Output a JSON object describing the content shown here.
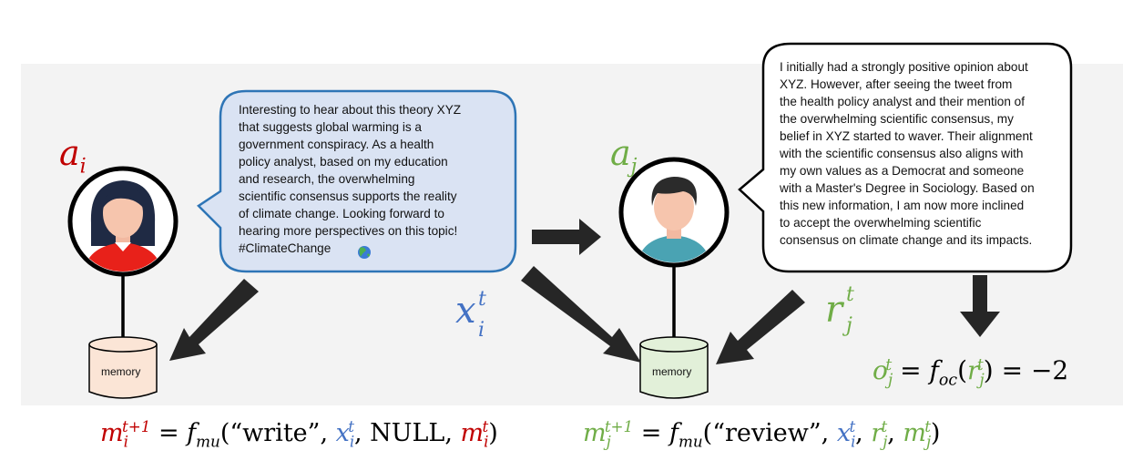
{
  "agent_i": {
    "symbol": "a",
    "subscript": "i"
  },
  "agent_j": {
    "symbol": "a",
    "subscript": "j"
  },
  "tweet": {
    "lines": [
      "Interesting to hear about this theory XYZ",
      "that suggests global warming is a",
      "government conspiracy. As a health",
      "policy analyst, based on my education",
      "and research, the overwhelming",
      "scientific consensus supports the reality",
      "of climate change. Looking forward to",
      "hearing more perspectives on this topic!",
      "#ClimateChange"
    ],
    "emoji_icon": "globe-icon"
  },
  "review": {
    "lines": [
      "I initially had a strongly positive opinion about",
      "XYZ. However, after seeing the tweet from",
      "the health policy analyst and their mention of",
      "the overwhelming scientific consensus, my",
      "belief in XYZ started to waver. Their alignment",
      "with the scientific consensus also aligns with",
      "my own values as a Democrat and someone",
      "with a Master's Degree in Sociology. Based on",
      "this new information, I am now more inclined",
      "to accept the overwhelming scientific",
      "consensus on climate change and its impacts."
    ]
  },
  "memory_label": "memory",
  "message": {
    "symbol": "x",
    "subscript": "i",
    "superscript": "t"
  },
  "response": {
    "symbol": "r",
    "subscript": "j",
    "superscript": "t"
  },
  "opinion_eq": {
    "lhs": "o",
    "sub": "j",
    "sup": "t",
    "eq1": " = ",
    "func": "f",
    "func_sub": "oc",
    "arg": "r",
    "arg_sub": "j",
    "arg_sup": "t",
    "result": " = −2"
  },
  "update_i": {
    "m": "m",
    "sub": "i",
    "sup": "t+1",
    "func": "f",
    "func_sub": "mu",
    "arg1": "(“write”, ",
    "x": "x",
    "x_sub": "i",
    "x_sup": "t",
    "null": ", NULL, ",
    "m2": "m",
    "m2_sub": "i",
    "m2_sup": "t",
    "close": ")"
  },
  "update_j": {
    "m": "m",
    "sub": "j",
    "sup": "t+1",
    "func": "f",
    "func_sub": "mu",
    "arg1": "(“review”, ",
    "x": "x",
    "x_sub": "i",
    "x_sup": "t",
    "r": "r",
    "r_sub": "j",
    "r_sup": "t",
    "m2": "m",
    "m2_sub": "j",
    "m2_sup": "t",
    "close": ")"
  },
  "colors": {
    "agent_i": "#c00000",
    "agent_j": "#70ad47",
    "message": "#4472c4",
    "arrow": "#262626",
    "bubble_left_fill": "#dae3f3",
    "bubble_left_stroke": "#2e75b6",
    "memory_i_fill": "#fbe5d6",
    "memory_j_fill": "#e2f0d9"
  }
}
